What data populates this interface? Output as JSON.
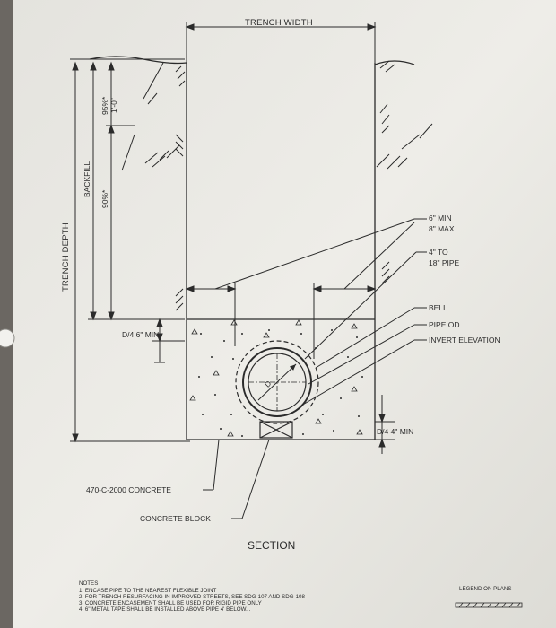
{
  "labels": {
    "trench_width": "TRENCH WIDTH",
    "trench_depth": "TRENCH DEPTH",
    "backfill": "BACKFILL",
    "pct_90": "90%*",
    "pct_95": "95%*",
    "one_foot": "1'-0\"",
    "min_max_1": "6\" MIN",
    "min_max_2": "8\" MAX",
    "pipe_range_1": "4\" TO",
    "pipe_range_2": "18\" PIPE",
    "bell": "BELL",
    "pipe_od": "PIPE OD",
    "invert_elevation": "INVERT ELEVATION",
    "d4_6_min": "D/4 6\" MIN",
    "d4_4_min": "D/4  4\" MIN",
    "d_symbol": "D",
    "concrete": "470-C-2000 CONCRETE",
    "concrete_block": "CONCRETE BLOCK",
    "section": "SECTION",
    "legend": "LEGEND  ON  PLANS"
  },
  "notes": {
    "heading": "NOTES",
    "items": [
      "1.  ENCASE PIPE TO THE NEAREST FLEXIBLE JOINT",
      "2.  FOR TRENCH RESURFACING IN IMPROVED STREETS, SEE SDG-107 AND SDG-108",
      "3.  CONCRETE ENCASEMENT SHALL BE USED FOR RIGID PIPE ONLY",
      "4.  6\" METAL TAPE SHALL BE INSTALLED ABOVE PIPE 4' BELOW..."
    ]
  },
  "colors": {
    "paper": "#ecebe6",
    "line": "#2b2b2b",
    "background": "#6b6762"
  }
}
